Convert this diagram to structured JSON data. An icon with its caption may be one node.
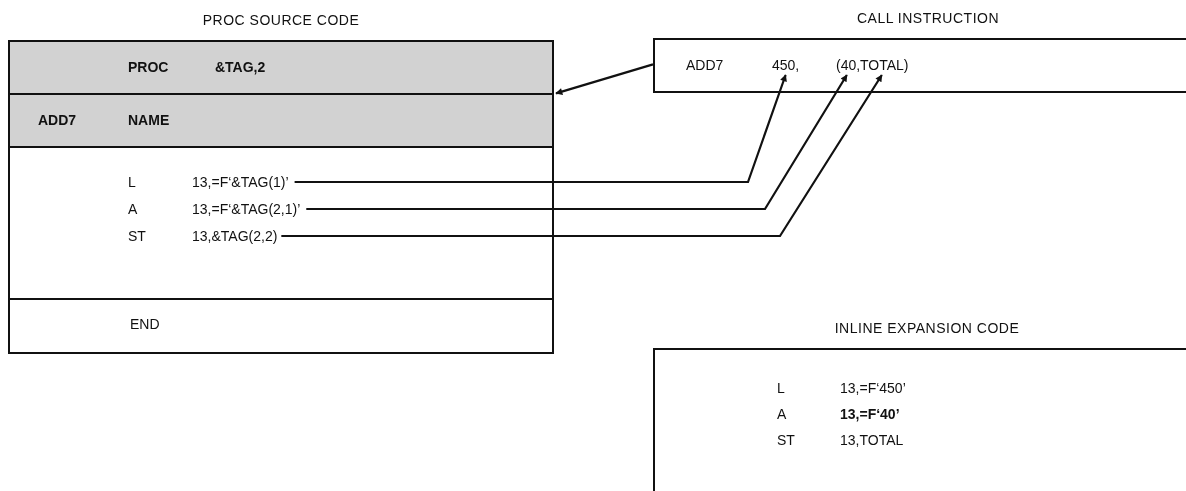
{
  "diagram": {
    "nodes": [
      {
        "text": [
          "PROC SOURCE CODE"
        ]
      },
      {
        "text": [
          "PROC",
          "&TAG,2"
        ],
        "in": 0
      },
      {
        "text": [
          "ADD7",
          "NAME"
        ],
        "in": 0
      },
      {
        "text": [],
        "shape": "box",
        "in": 0
      },
      {
        "text": [
          "L",
          "13,=F‘&TAG(1)’"
        ],
        "in": 3
      },
      {
        "text": [
          "A",
          "13,=F‘&TAG(2,1)’"
        ],
        "in": 3
      },
      {
        "text": [
          "ST",
          "13,&TAG(2,2)"
        ],
        "in": 3
      },
      {
        "text": [
          "END"
        ],
        "in": 0
      },
      {
        "text": [
          "CALL INSTRUCTION",
          "ADD7"
        ]
      },
      {
        "text": [
          "450,"
        ],
        "in": 8
      },
      {
        "text": [
          "(40,"
        ],
        "in": 8
      },
      {
        "text": [
          "TOTAL)"
        ],
        "in": 8
      },
      {
        "text": [
          "INLINE EXPANSION CODE",
          "L",
          "13,=F‘450’",
          "A",
          "13,=F‘40’",
          "ST",
          "13,TOTAL"
        ]
      }
    ],
    "edges": [
      {
        "from": 8,
        "to": 0,
        "arrow": "to"
      },
      {
        "from": 4,
        "to": 9,
        "arrow": "to"
      },
      {
        "from": 5,
        "to": 10,
        "arrow": "to"
      },
      {
        "from": 6,
        "to": 11,
        "arrow": "to"
      }
    ]
  }
}
